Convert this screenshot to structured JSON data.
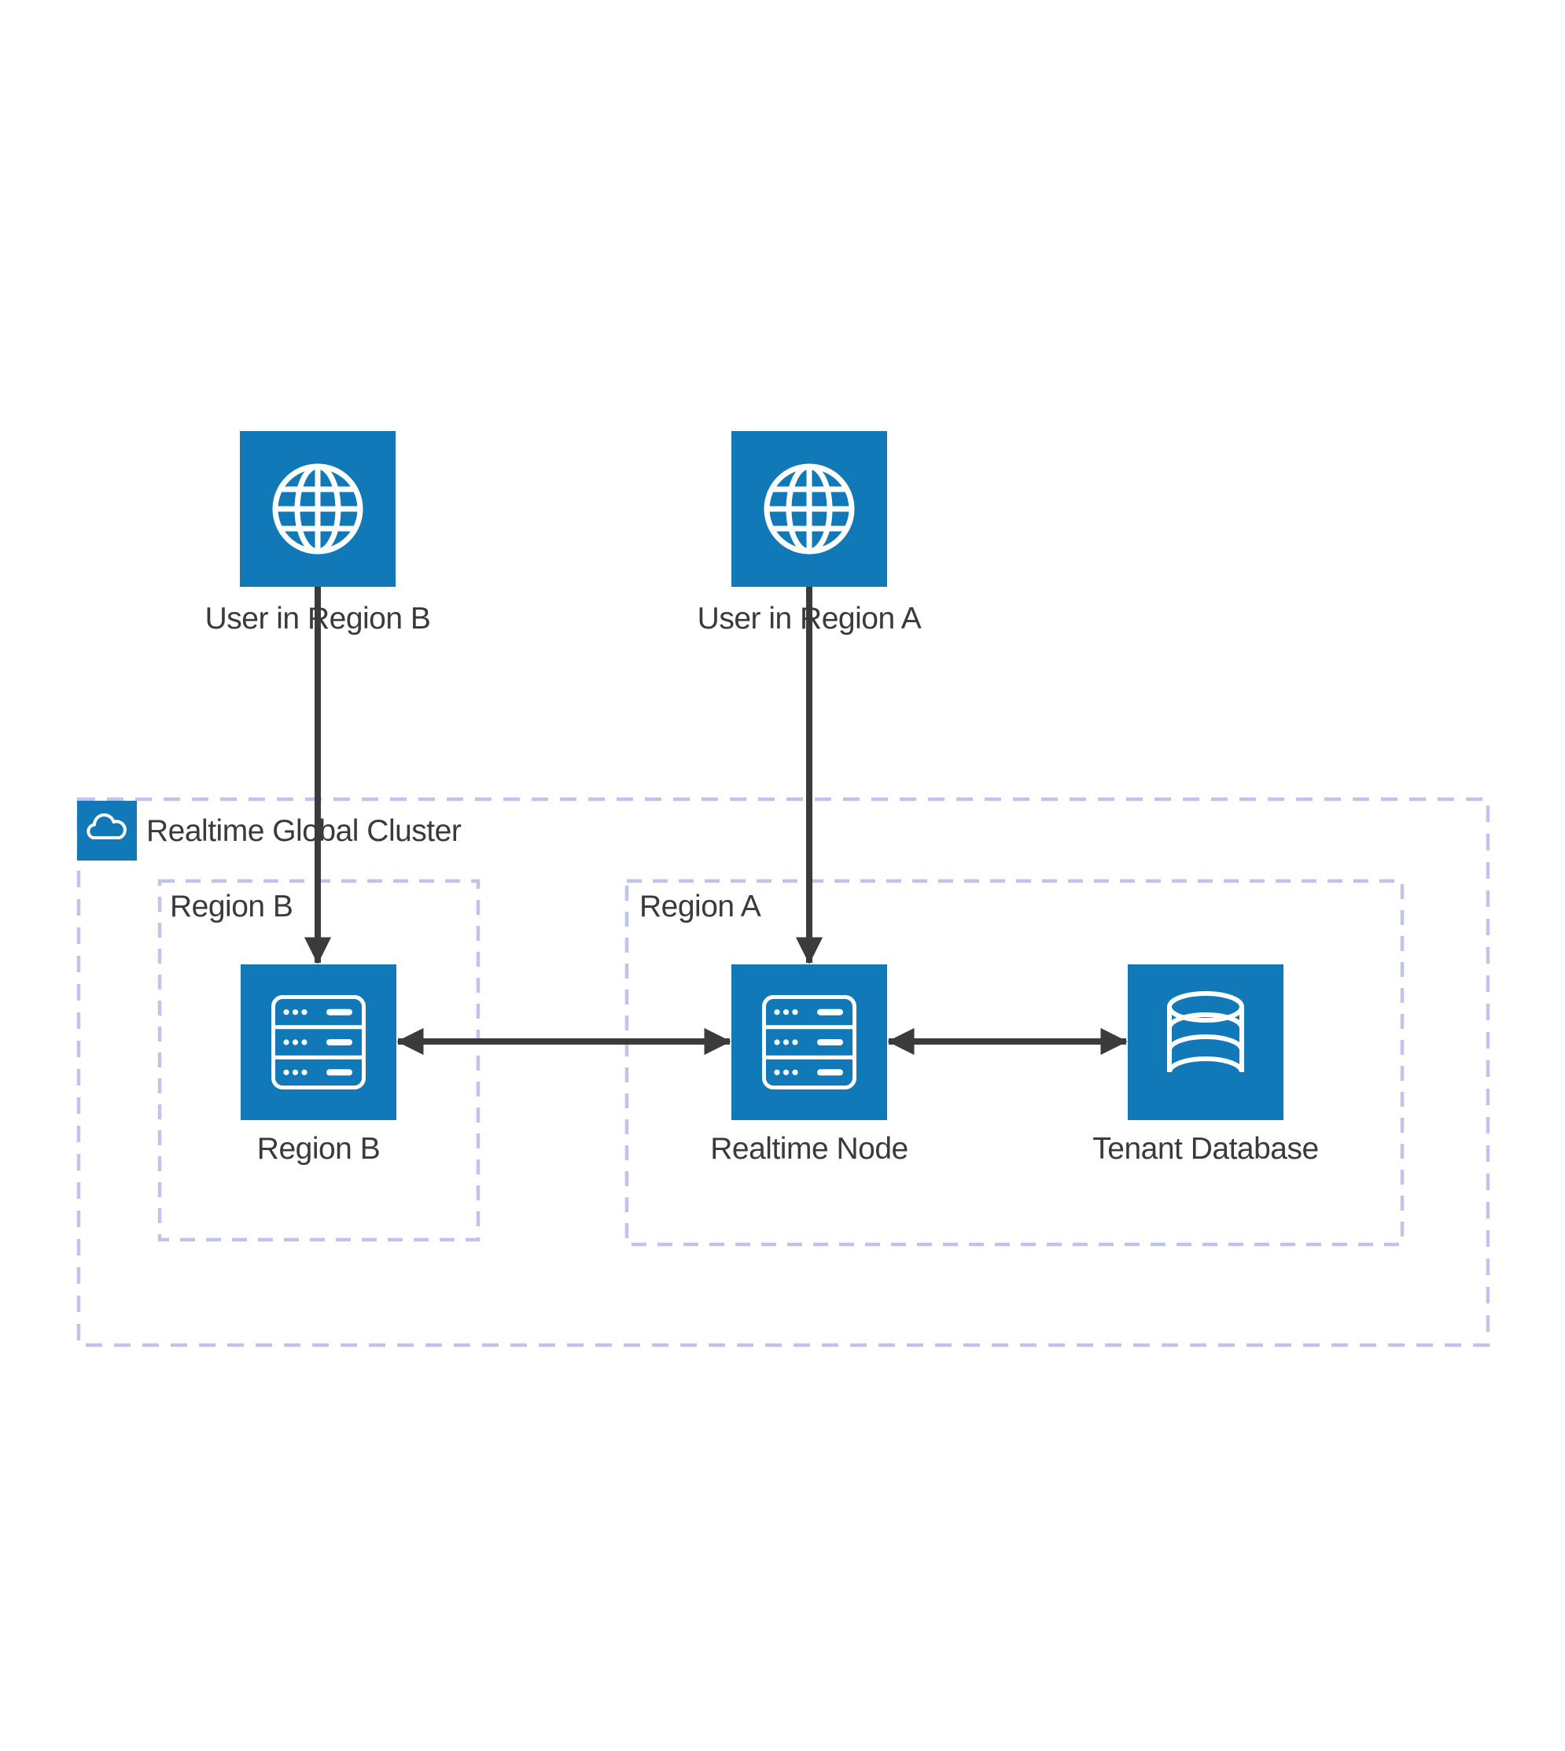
{
  "diagram": {
    "nodes": {
      "user_region_b": {
        "label": "User in Region B",
        "icon": "globe-icon"
      },
      "user_region_a": {
        "label": "User in Region A",
        "icon": "globe-icon"
      },
      "region_b_server": {
        "label": "Region B",
        "icon": "server-icon"
      },
      "realtime_node": {
        "label": "Realtime Node",
        "icon": "server-icon"
      },
      "tenant_database": {
        "label": "Tenant Database",
        "icon": "database-icon"
      }
    },
    "containers": {
      "realtime_global_cluster": {
        "label": "Realtime Global Cluster",
        "icon": "cloud-icon"
      },
      "region_b": {
        "label": "Region B"
      },
      "region_a": {
        "label": "Region A"
      }
    },
    "edges": [
      {
        "from": "user_region_b",
        "to": "region_b_server",
        "direction": "one-way"
      },
      {
        "from": "user_region_a",
        "to": "realtime_node",
        "direction": "one-way"
      },
      {
        "from": "region_b_server",
        "to": "realtime_node",
        "direction": "two-way"
      },
      {
        "from": "realtime_node",
        "to": "tenant_database",
        "direction": "two-way"
      }
    ],
    "colors": {
      "node_fill": "#1179b8",
      "icon_stroke": "#ffffff",
      "container_border": "#c0c3ec",
      "arrow": "#3b3b3b",
      "label_text": "#3a3a3a",
      "background": "#ffffff"
    }
  }
}
